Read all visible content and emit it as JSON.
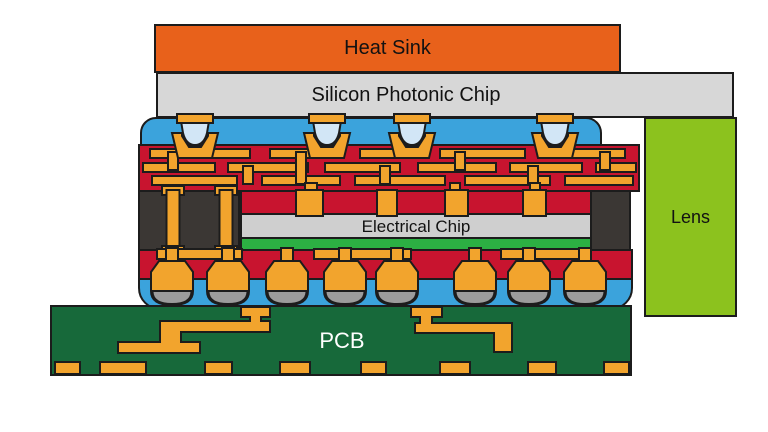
{
  "diagram": {
    "type": "package cross-section schematic",
    "labels": {
      "heat_sink": "Heat Sink",
      "silicon_photonic_chip": "Silicon Photonic Chip",
      "electrical_chip": "Electrical Chip",
      "lens": "Lens",
      "pcb": "PCB"
    },
    "components": [
      "heat-sink",
      "silicon-photonic-chip",
      "micro-bumps",
      "top-redistribution-layer",
      "through-mold-vias",
      "electrical-chip",
      "die-attach-layer",
      "bottom-redistribution-layer",
      "solder-balls",
      "underfill",
      "lens",
      "pcb"
    ]
  },
  "colors": {
    "heat-sink": "#E8611B",
    "chip-gray": "#D7D7D7",
    "elec-chip": "#CFCFCF",
    "copper": "#F2A42D",
    "substrate-red": "#C8142F",
    "underfill-blue": "#3BA3DC",
    "solder-blue": "#D2E6F6",
    "mold-dark": "#3B3734",
    "bond-green": "#2CB043",
    "pcb-green": "#17693A",
    "lens-green": "#8CC21E",
    "solder-cap": "#9C9C9C",
    "outline": "#1C1C1C",
    "bg": "#FFFFFF",
    "pcb-text": "#FFFFFF"
  }
}
